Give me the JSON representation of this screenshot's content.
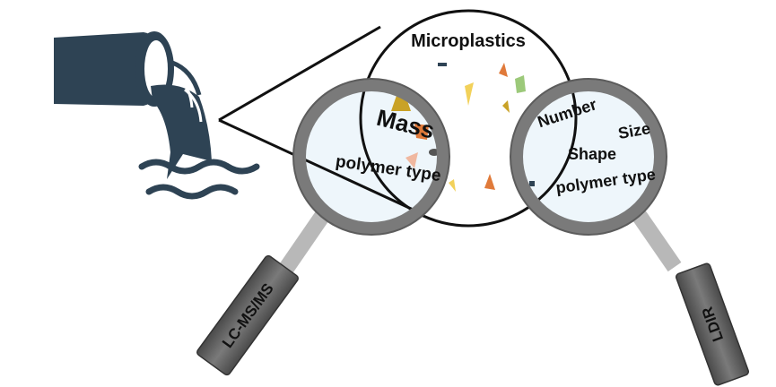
{
  "title": "Microplastics",
  "left_lens": {
    "method": "LC-MS/MS",
    "labels": [
      "Mass",
      "polymer type"
    ]
  },
  "right_lens": {
    "method": "LDIR",
    "labels": [
      "Number",
      "Size",
      "Shape",
      "polymer type"
    ]
  },
  "colors": {
    "pipe": "#2e4354",
    "lens_rim": "#7a7a7a",
    "handle": "#5a5a5a",
    "particles": [
      "#c9a227",
      "#e07a3a",
      "#9cc97a",
      "#f0b8a0",
      "#f2d15a",
      "#2e4354"
    ]
  },
  "icons": [
    "drain-pipe-icon",
    "water-waves-icon",
    "magnifier-icon"
  ]
}
